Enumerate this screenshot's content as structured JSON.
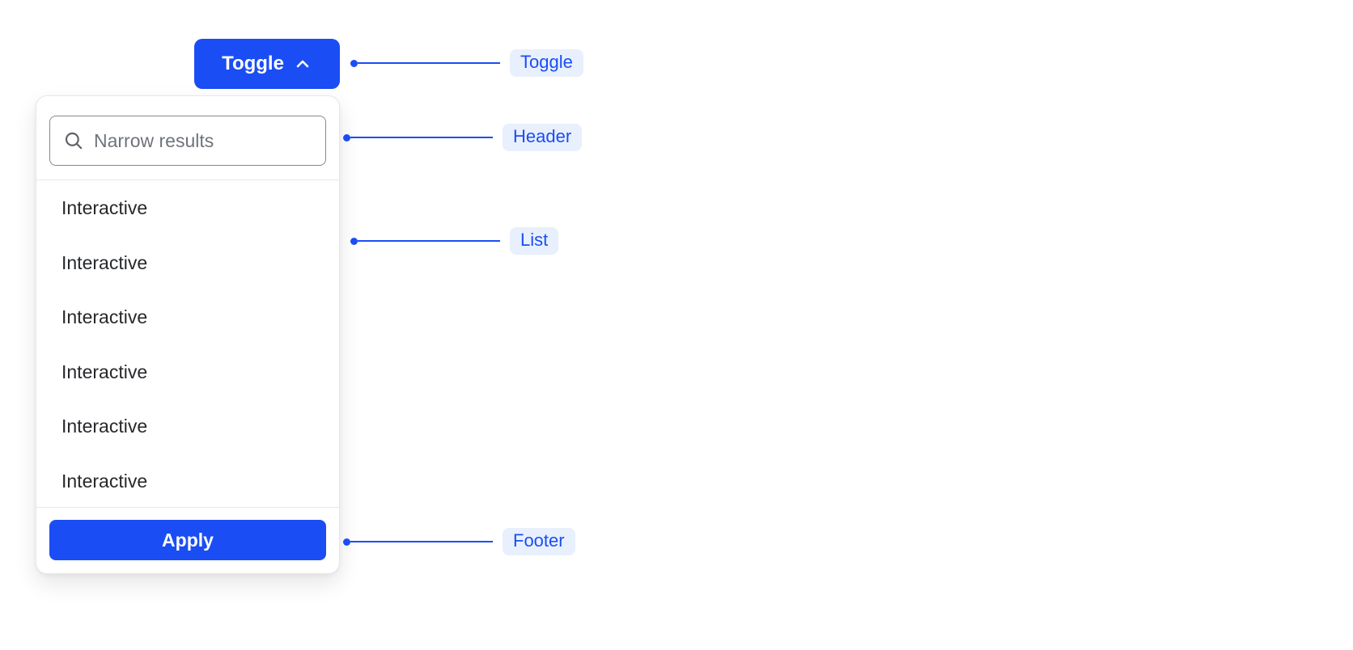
{
  "colors": {
    "accent": "#1b4df5",
    "pill_bg": "#e8f0fd",
    "pill_text": "#1b4df5",
    "panel_border": "#e7e7e9",
    "divider": "#e7e7e9",
    "input_border": "#87898e",
    "placeholder": "#6f737a",
    "item_text": "#26282b",
    "icon_gray": "#5d6066"
  },
  "toggle": {
    "label": "Toggle",
    "icon": "chevron-up-icon"
  },
  "dropdown": {
    "search": {
      "placeholder": "Narrow results",
      "icon": "search-icon",
      "value": ""
    },
    "items": [
      "Interactive",
      "Interactive",
      "Interactive",
      "Interactive",
      "Interactive",
      "Interactive"
    ],
    "footer": {
      "apply_label": "Apply"
    }
  },
  "annotations": [
    {
      "label": "Toggle"
    },
    {
      "label": "Header"
    },
    {
      "label": "List"
    },
    {
      "label": "Footer"
    }
  ]
}
